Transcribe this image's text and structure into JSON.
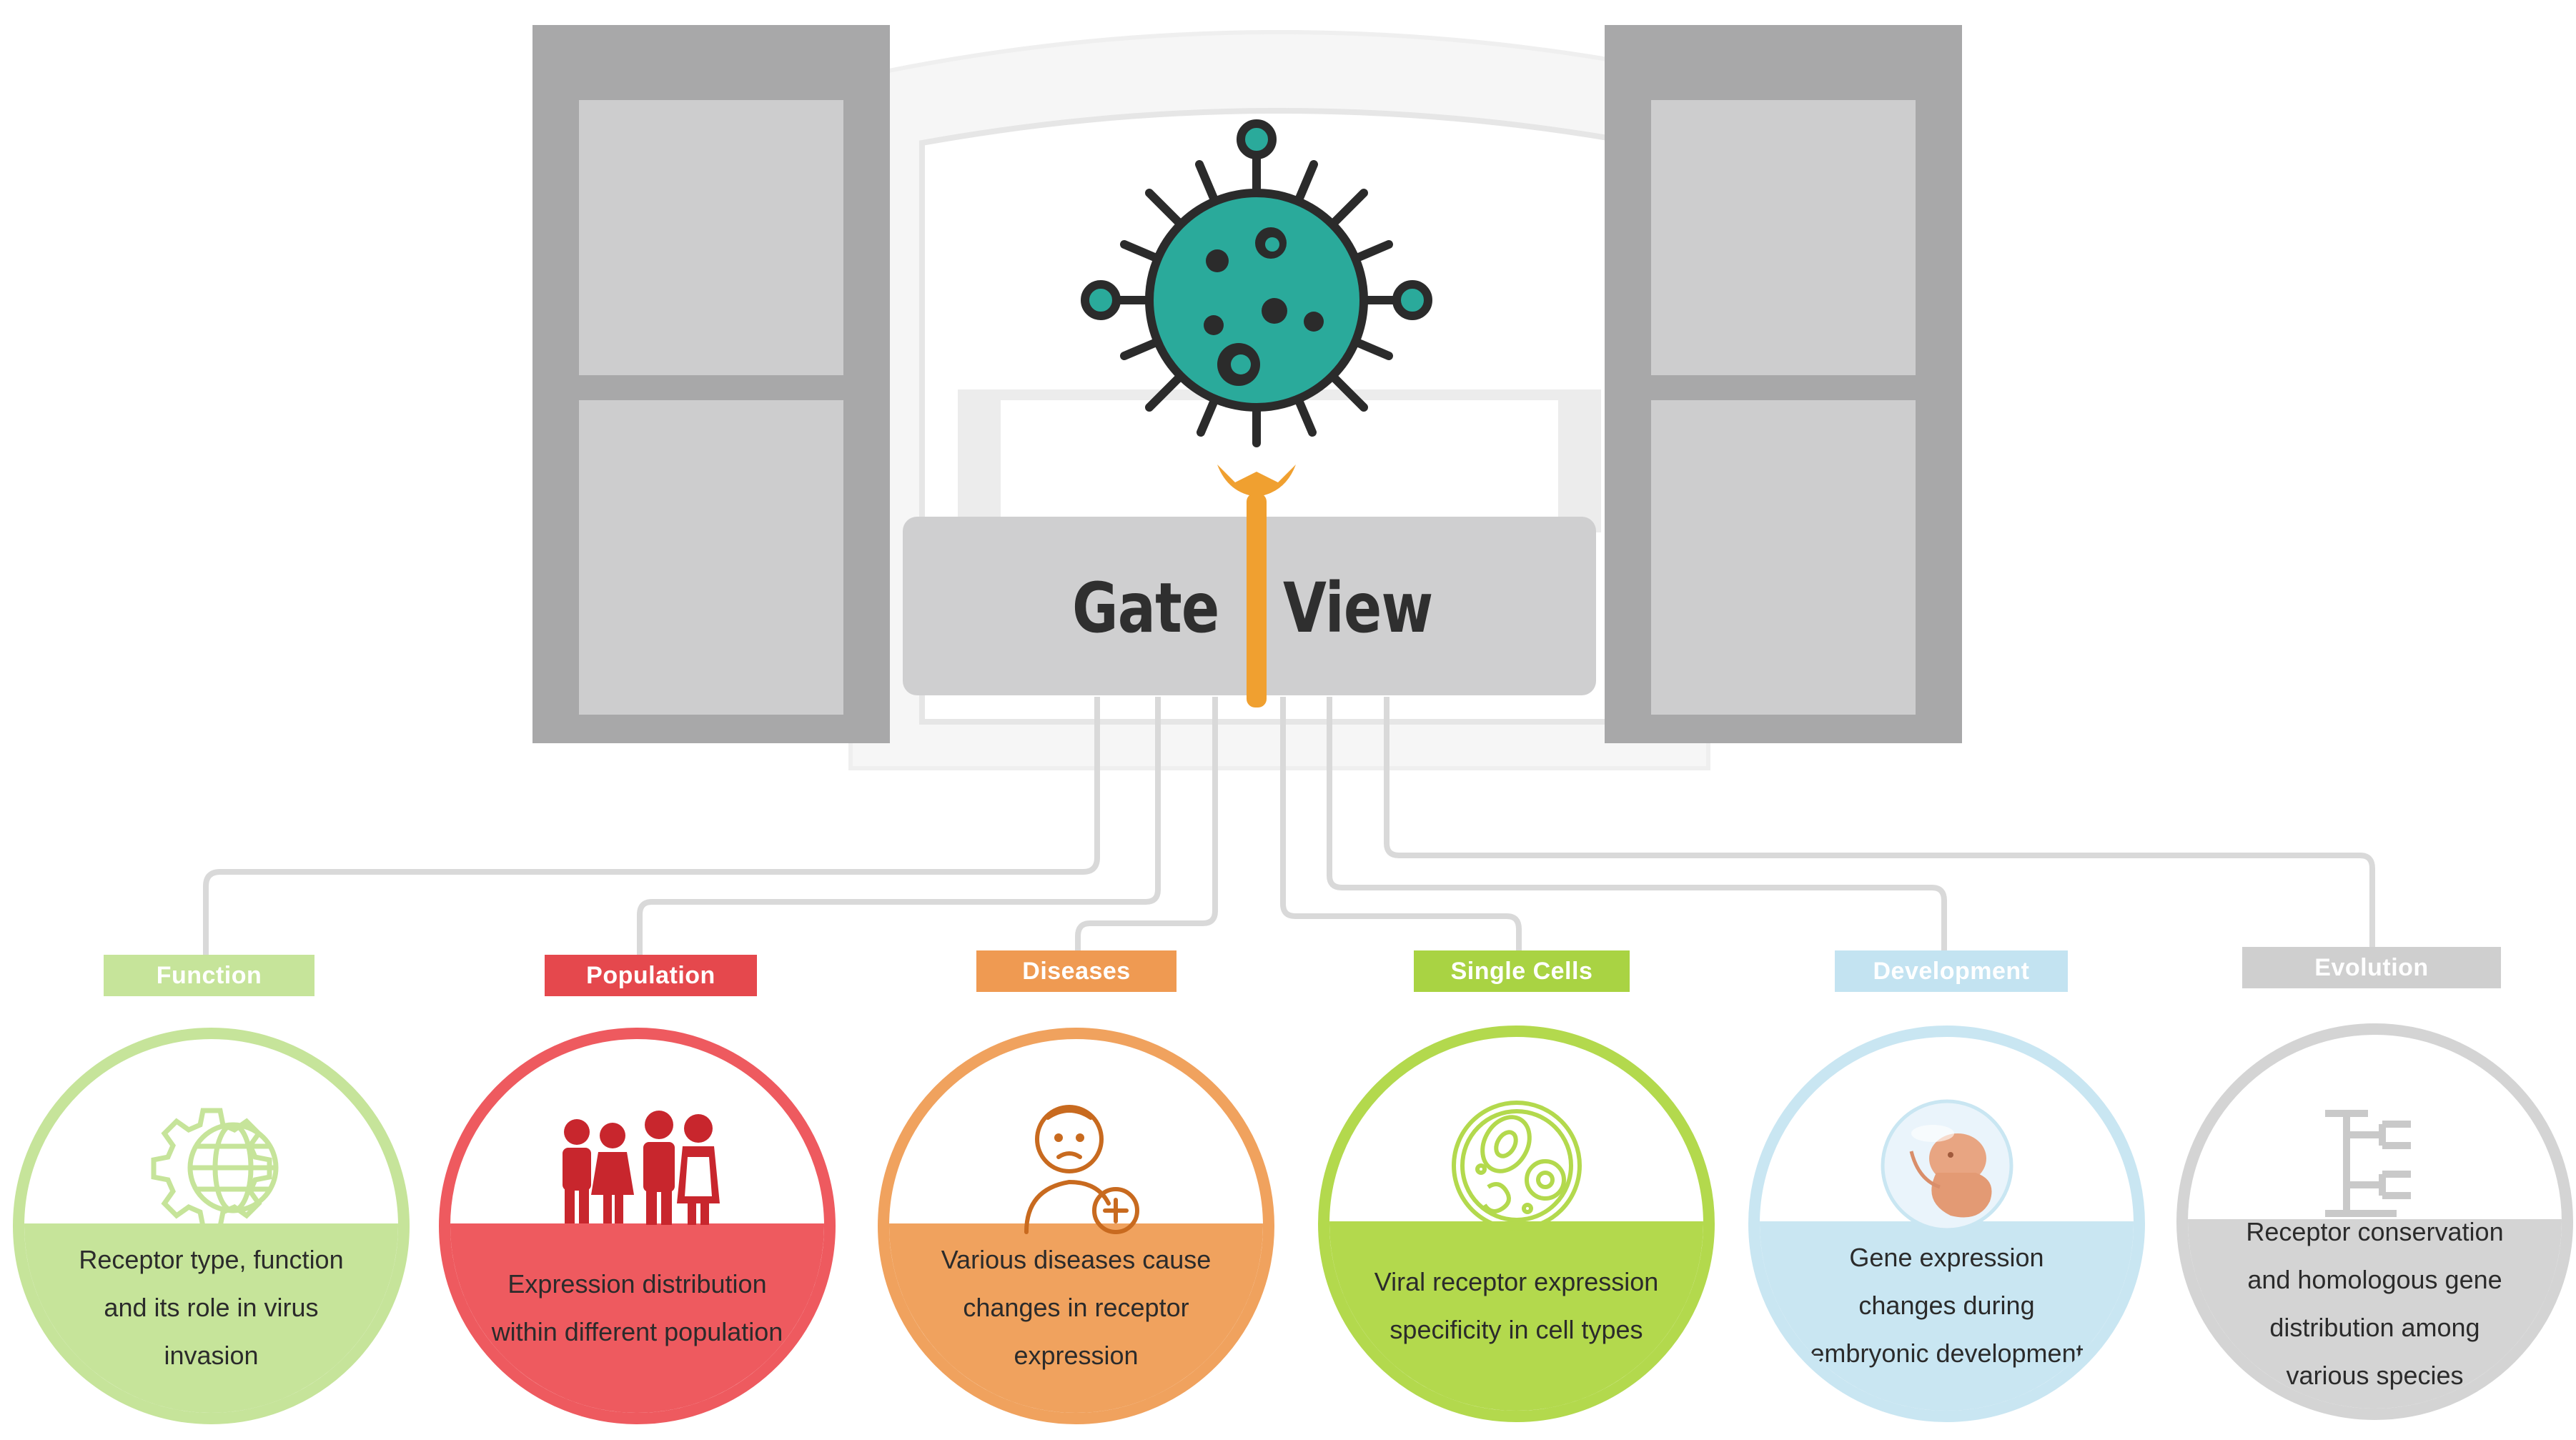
{
  "title": {
    "left": "Gate",
    "right": "View"
  },
  "categories": [
    {
      "tag": "Function",
      "desc": "Receptor type, function and its role in virus invasion",
      "color": "#c6e49a",
      "tag_color": "#c6e49a",
      "icon": "gear-globe-icon"
    },
    {
      "tag": "Population",
      "desc": "Expression distribution within different population",
      "color": "#ee5a5f",
      "tag_color": "#e5484d",
      "icon": "family-icon"
    },
    {
      "tag": "Diseases",
      "desc": "Various diseases cause changes in receptor expression",
      "color": "#f0a25e",
      "tag_color": "#ef9a52",
      "icon": "sick-person-icon"
    },
    {
      "tag": "Single Cells",
      "desc": "Viral receptor expression specificity in cell types",
      "color": "#b3d94d",
      "tag_color": "#a9d343",
      "icon": "cell-icon"
    },
    {
      "tag": "Development",
      "desc": "Gene expression changes during embryonic development",
      "color": "#c9e6f2",
      "tag_color": "#c3e3f1",
      "icon": "embryo-icon"
    },
    {
      "tag": "Evolution",
      "desc": "Receptor conservation and homologous gene distribution among various species",
      "color": "#d4d4d4",
      "tag_color": "#cfcfcf",
      "icon": "phylogeny-tree-icon"
    }
  ],
  "colors": {
    "shutter": "#a7a7a8",
    "panel": "#cdcdce",
    "virus": "#2aaa9b",
    "stalk": "#f0a030"
  }
}
